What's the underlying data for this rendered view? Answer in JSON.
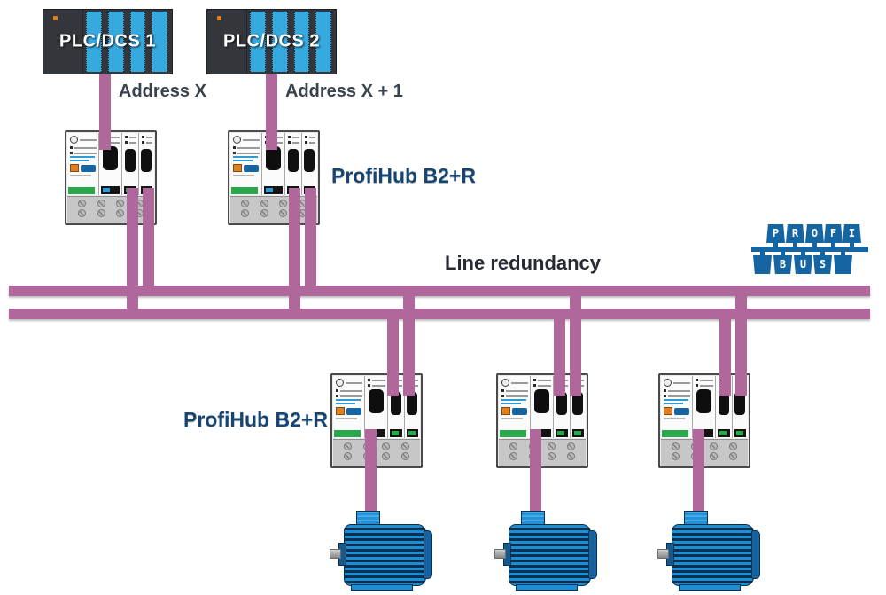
{
  "plcs": {
    "plc1": "PLC/DCS 1",
    "plc2": "PLC/DCS 2"
  },
  "addresses": {
    "x": "Address X",
    "x1": "Address X + 1"
  },
  "hub_labels": {
    "top": "ProfiHub B2+R",
    "bottom": "ProfiHub B2+R"
  },
  "bus": {
    "label": "Line redundancy"
  },
  "logo": {
    "top": [
      "P",
      "R",
      "O",
      "F",
      "I"
    ],
    "bottom": [
      "B",
      "U",
      "S"
    ]
  },
  "colors": {
    "cable_purple": "#b0689c",
    "plc_body": "#33373b",
    "plc_module_blue": "#36a9de",
    "hub_green": "#28a74b",
    "hub_orange": "#e07f1d",
    "brand_blue": "#2e9bd6",
    "hub_label_blue": "#164573",
    "profibus_logo_blue": "#1565a3",
    "motor_blue": "#1a8ed6",
    "text_dark": "#39434e"
  }
}
